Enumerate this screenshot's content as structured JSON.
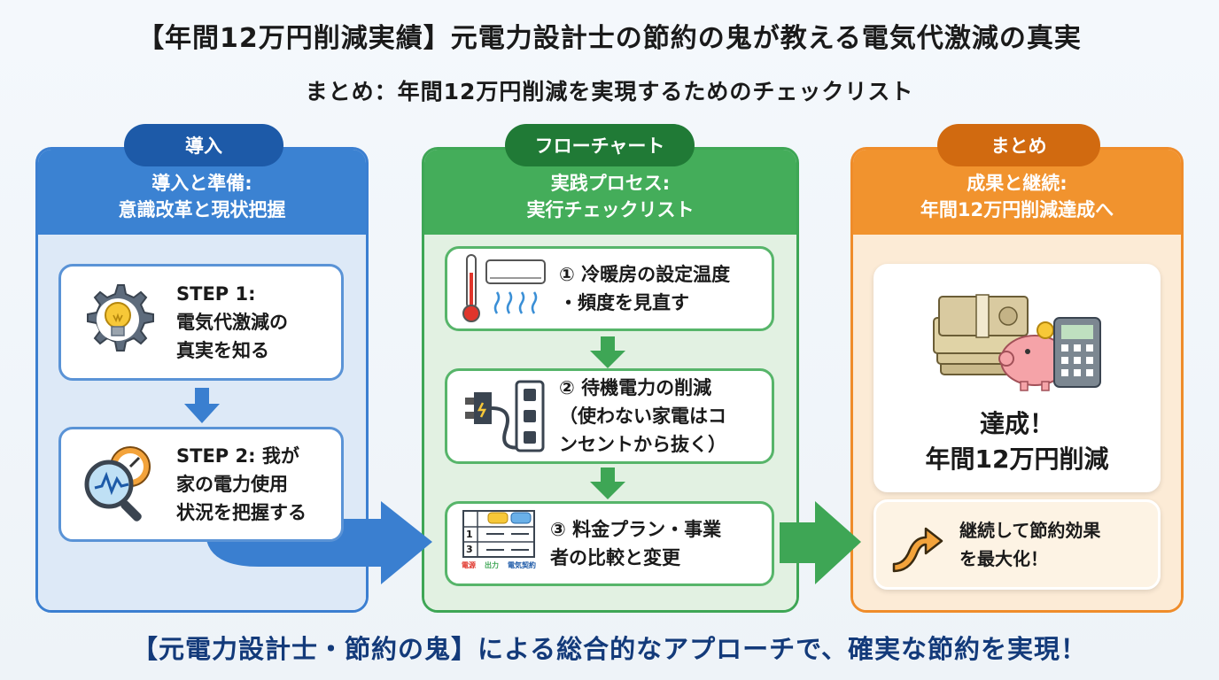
{
  "header": {
    "title": "【年間12万円削減実績】元電力設計士の節約の鬼が教える電気代激減の真実",
    "subtitle": "まとめ：年間12万円削減を実現するためのチェックリスト"
  },
  "columns": {
    "intro": {
      "tab": "導入",
      "heading_line1": "導入と準備:",
      "heading_line2": "意識改革と現状把握",
      "steps": [
        {
          "line1": "STEP 1:",
          "line2": "電気代激減の",
          "line3": "真実を知る"
        },
        {
          "line1": "STEP 2: 我が",
          "line2": "家の電力使用",
          "line3": "状況を把握する"
        }
      ]
    },
    "flow": {
      "tab": "フローチャート",
      "heading_line1": "実践プロセス:",
      "heading_line2": "実行チェックリスト",
      "items": [
        {
          "line1": "① 冷暖房の設定温度",
          "line2": "・頻度を見直す",
          "line3": ""
        },
        {
          "line1": "② 待機電力の削減",
          "line2": "（使わない家電はコ",
          "line3": "ンセントから抜く）"
        },
        {
          "line1": "③ 料金プラン・事業",
          "line2": "者の比較と変更",
          "line3": ""
        }
      ],
      "plan_icon_rows": [
        "1",
        "3"
      ],
      "plan_icon_labels": [
        "電源",
        "出力",
        "電気契約"
      ]
    },
    "summary": {
      "tab": "まとめ",
      "heading_line1": "成果と継続:",
      "heading_line2": "年間12万円削減達成へ",
      "achieve_line1": "達成！",
      "achieve_line2": "年間12万円削減",
      "continue_line1": "継続して節約効果",
      "continue_line2": "を最大化！"
    }
  },
  "footer": "【元電力設計士・節約の鬼】による総合的なアプローチで、確実な節約を実現！",
  "colors": {
    "blue": "#3b82d2",
    "green": "#44ad5a",
    "orange": "#f1932e"
  }
}
